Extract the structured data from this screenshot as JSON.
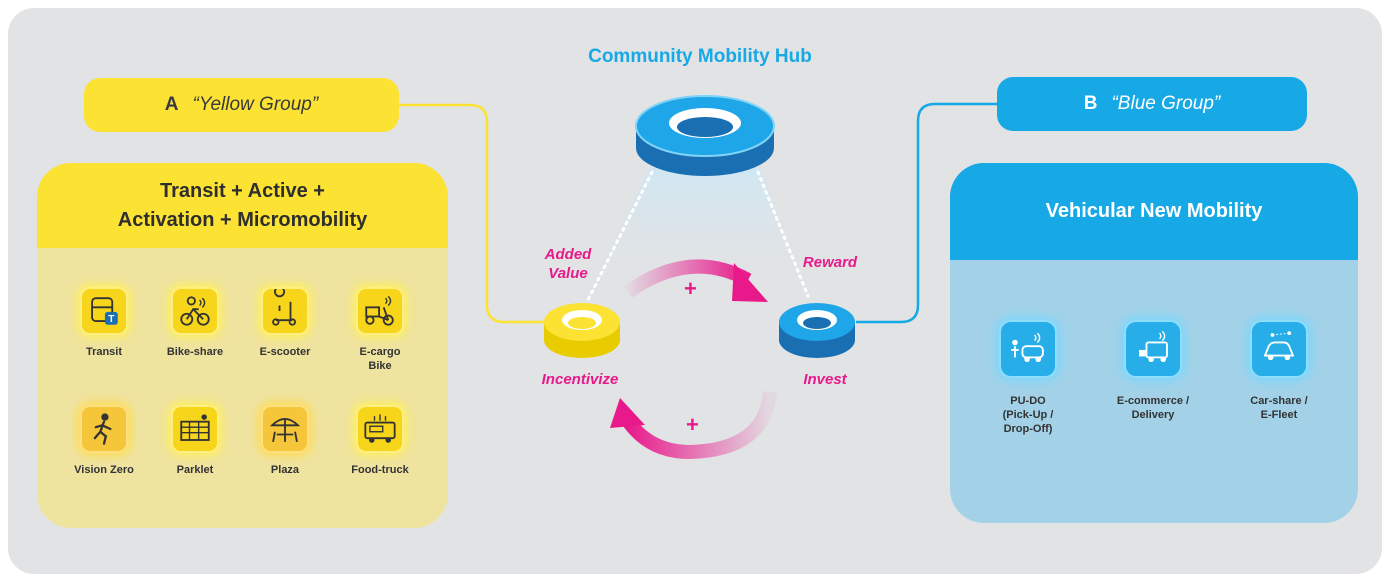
{
  "hub_title": "Community Mobility Hub",
  "group_a": {
    "letter": "A",
    "name": "“Yellow Group”"
  },
  "group_b": {
    "letter": "B",
    "name": "“Blue Group”"
  },
  "panel_a": {
    "title_line1": "Transit + Active +",
    "title_line2": "Activation + Micromobility",
    "items": [
      {
        "label": "Transit",
        "icon": "transit-bus-icon"
      },
      {
        "label": "Bike-share",
        "icon": "bike-share-icon"
      },
      {
        "label": "E-scooter",
        "icon": "e-scooter-icon"
      },
      {
        "label_line1": "E-cargo",
        "label_line2": "Bike",
        "icon": "e-cargo-bike-icon"
      },
      {
        "label": "Vision Zero",
        "icon": "pedestrian-icon"
      },
      {
        "label": "Parklet",
        "icon": "parklet-icon"
      },
      {
        "label": "Plaza",
        "icon": "plaza-umbrella-icon"
      },
      {
        "label": "Food-truck",
        "icon": "food-truck-icon"
      }
    ]
  },
  "panel_b": {
    "title": "Vehicular New Mobility",
    "items": [
      {
        "line1": "PU-DO",
        "line2": "(Pick-Up /",
        "line3": "Drop-Off)",
        "icon": "pick-up-drop-off-icon"
      },
      {
        "line1": "E-commerce /",
        "line2": "Delivery",
        "icon": "delivery-van-icon"
      },
      {
        "line1": "Car-share /",
        "line2": "E-Fleet",
        "icon": "car-share-icon"
      }
    ]
  },
  "cycle": {
    "added_value_line1": "Added",
    "added_value_line2": "Value",
    "reward": "Reward",
    "incentivize": "Incentivize",
    "invest": "Invest",
    "plus_top": "+",
    "plus_bottom": "+"
  },
  "colors": {
    "yellow": "#fbe233",
    "blue": "#17a9e6",
    "magenta": "#e8198b",
    "background": "#e2e3e5"
  }
}
